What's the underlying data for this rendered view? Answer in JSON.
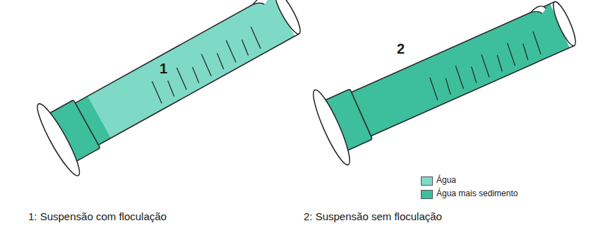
{
  "diagram": {
    "labels": [
      "1",
      "2",
      "1: Suspensão com floculação",
      "2: Suspensão sem floculação"
    ],
    "legend": [
      {
        "text": "Água",
        "color": "#7edac6"
      },
      {
        "text": "Água mais sedimento",
        "color": "#3dbf9e"
      }
    ]
  }
}
